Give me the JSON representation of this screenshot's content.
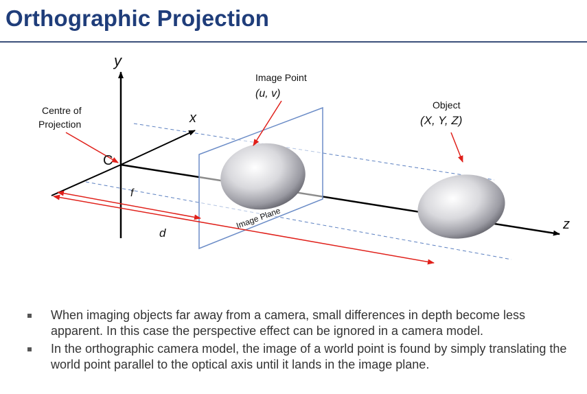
{
  "title": "Orthographic Projection",
  "diagram": {
    "axes": {
      "y": "y",
      "x": "x",
      "z": "z"
    },
    "centre_of_projection": {
      "line1": "Centre of",
      "line2": "Projection"
    },
    "centre_point": "C",
    "focal_length": "f",
    "distance": "d",
    "image_point": {
      "label": "Image Point",
      "coords": "(u, v)"
    },
    "object": {
      "label": "Object",
      "coords": "(X, Y, Z)"
    },
    "image_plane": "Image Plane",
    "colors": {
      "axis": "#000000",
      "arrow": "#e0201a",
      "plane": "#6b8cc7",
      "dashed": "#5a7fc0",
      "title": "#1f3d7a"
    }
  },
  "bullets": [
    "When imaging objects far away from a camera, small differences in depth become less apparent. In this case the perspective effect can be ignored in a camera model.",
    "In the orthographic camera model, the image of a world point is found by simply translating the world point parallel to the optical axis until it lands in the image plane."
  ]
}
